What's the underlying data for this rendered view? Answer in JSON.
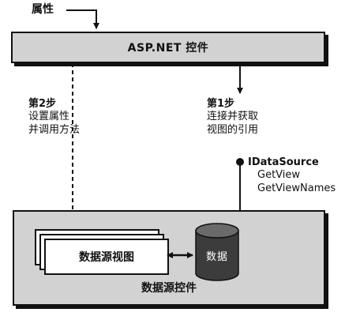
{
  "property_label": "属性",
  "asp_control": {
    "label": "ASP.NET 控件"
  },
  "step2": {
    "title": "第2步",
    "lines": [
      "设置属性",
      "并调用方法"
    ]
  },
  "step1": {
    "title": "第1步",
    "lines": [
      "连接并获取",
      "视图的引用"
    ]
  },
  "interface": {
    "name": "IDataSource",
    "members": [
      "GetView",
      "GetViewNames"
    ]
  },
  "data_source_control": {
    "label": "数据源控件",
    "view_label": "数据源视图",
    "database_label": "数据"
  },
  "colors": {
    "box_fill": "#d2d2d2",
    "line": "#111111",
    "database_fill": "#3c3c3c"
  }
}
